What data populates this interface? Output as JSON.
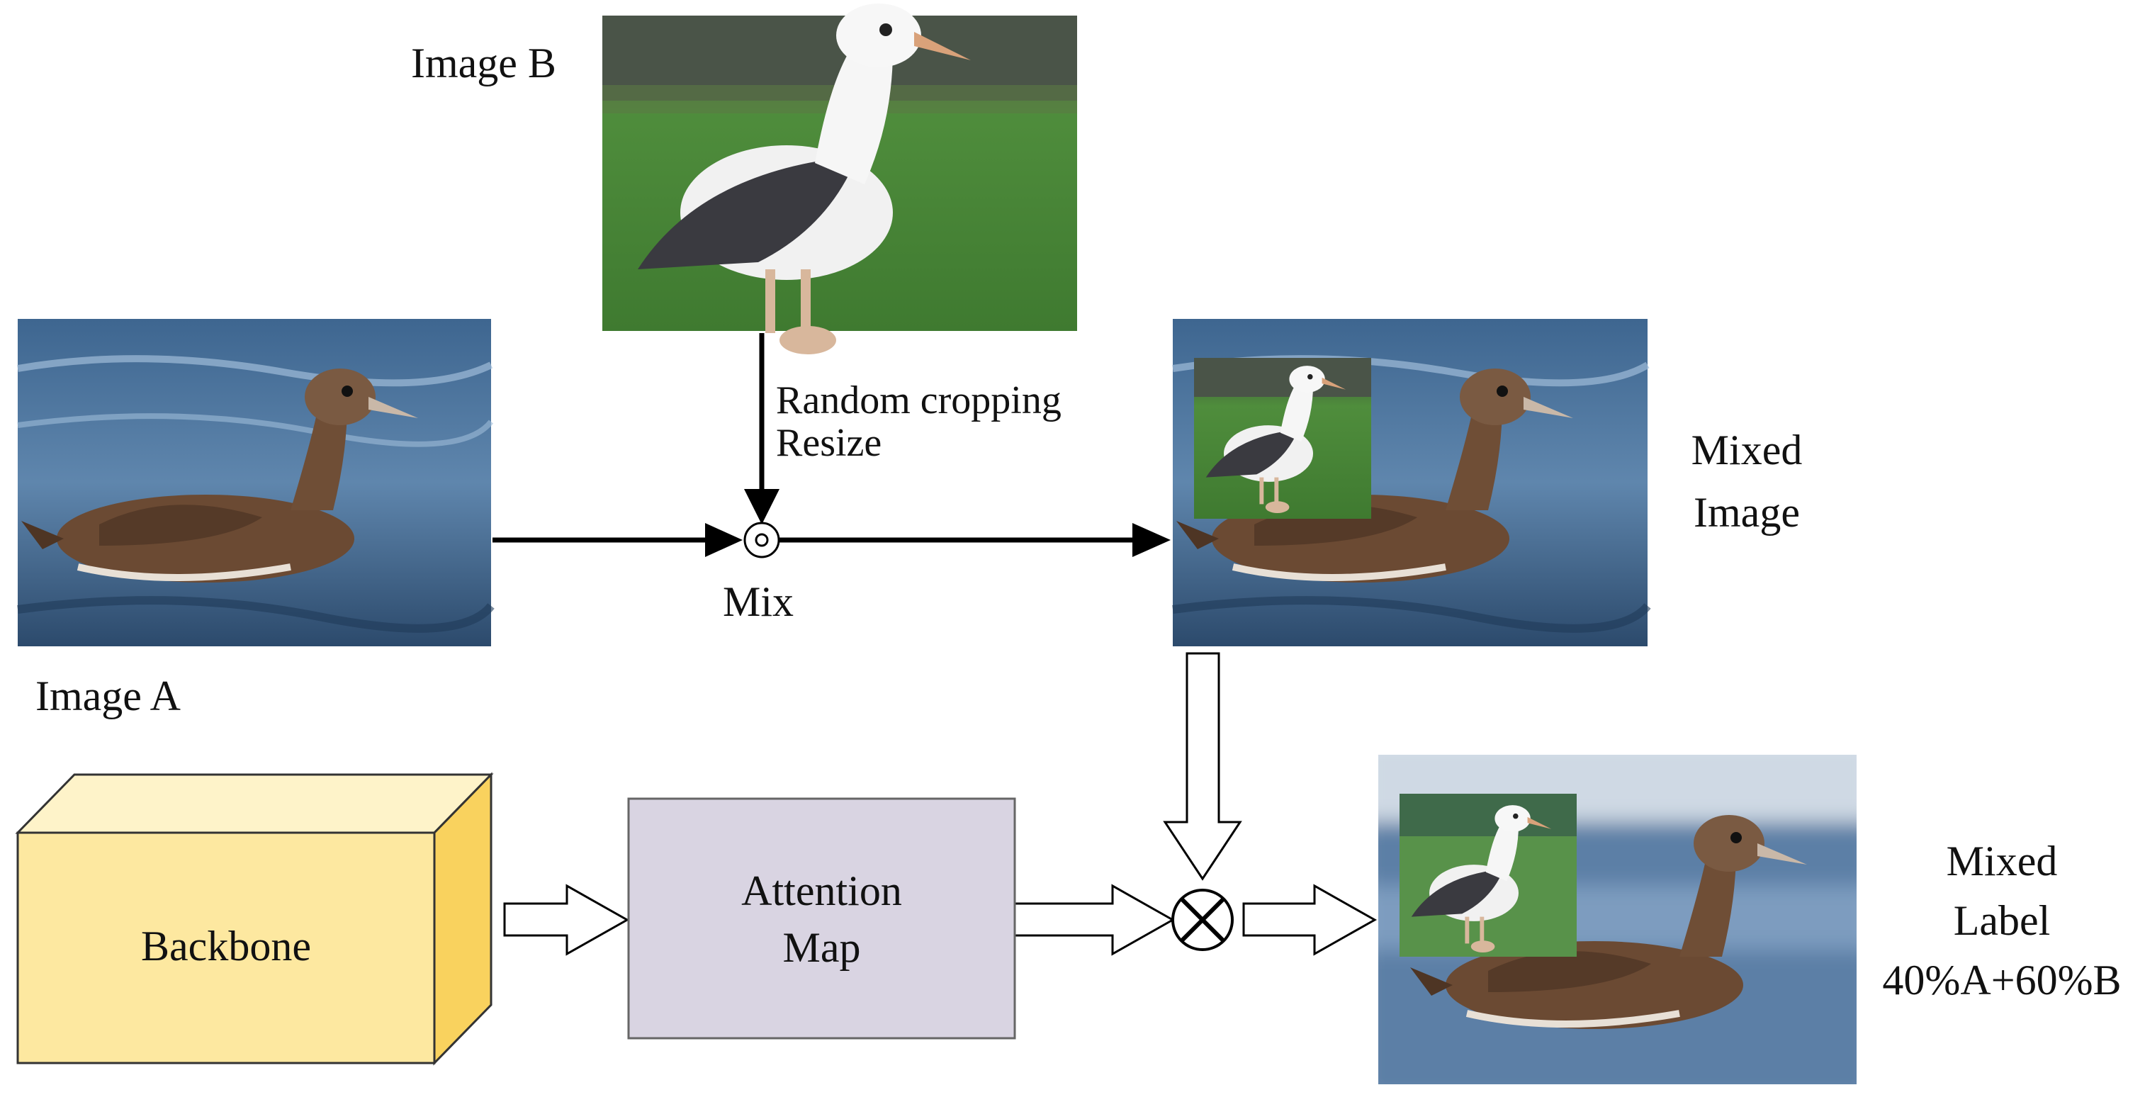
{
  "labels": {
    "image_b": "Image B",
    "image_a": "Image A",
    "random_cropping": "Random cropping",
    "resize": "Resize",
    "mix": "Mix",
    "mixed_image_line1": "Mixed",
    "mixed_image_line2": "Image",
    "backbone": "Backbone",
    "attention_line1": "Attention",
    "attention_line2": "Map",
    "mixed_label_line1": "Mixed",
    "mixed_label_line2": "Label",
    "mixed_label_line3": "40%A+60%B"
  },
  "colors": {
    "backbone_front": "#FDE8A0",
    "backbone_top": "#FEF3C9",
    "backbone_side": "#F9D25E",
    "attention_fill": "#D9D4E2",
    "water_dark": "#2F4F74",
    "water_light": "#8FAECB",
    "grass": "#4E8A3A",
    "bird_brown": "#6B4A33"
  }
}
